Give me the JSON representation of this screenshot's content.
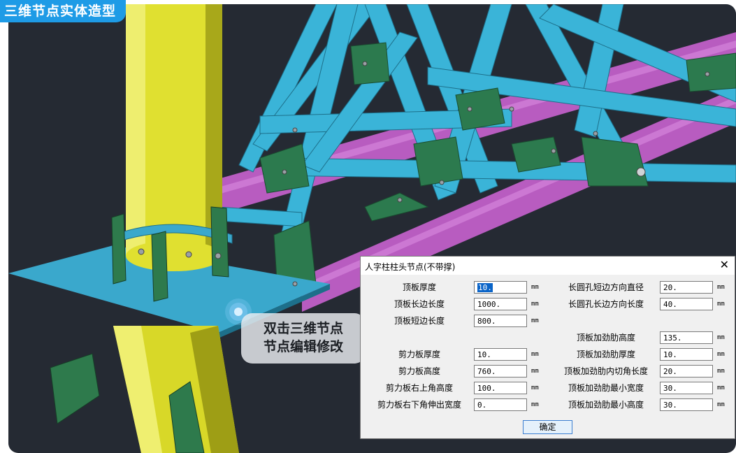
{
  "badge": {
    "title": "三维节点实体造型"
  },
  "hint": {
    "line1": "双击三维节点",
    "line2": "节点编辑修改"
  },
  "dialog": {
    "title": "人字柱柱头节点(不带撑)",
    "close_glyph": "✕",
    "unit": "mm",
    "left_fields": [
      {
        "label": "顶板厚度",
        "value": "10.",
        "selected": true
      },
      {
        "label": "顶板长边长度",
        "value": "1000."
      },
      {
        "label": "顶板短边长度",
        "value": "800."
      },
      {
        "label": "剪力板厚度",
        "value": "10."
      },
      {
        "label": "剪力板高度",
        "value": "760."
      },
      {
        "label": "剪力板右上角高度",
        "value": "100."
      },
      {
        "label": "剪力板右下角伸出宽度",
        "value": "0."
      }
    ],
    "right_fields": [
      {
        "label": "长圆孔短边方向直径",
        "value": "20."
      },
      {
        "label": "长圆孔长边方向长度",
        "value": "40."
      },
      {
        "label": "顶板加劲肋高度",
        "value": "135."
      },
      {
        "label": "顶板加劲肋厚度",
        "value": "10."
      },
      {
        "label": "顶板加劲肋内切角长度",
        "value": "20."
      },
      {
        "label": "顶板加劲肋最小宽度",
        "value": "30."
      },
      {
        "label": "顶板加劲肋最小高度",
        "value": "30."
      }
    ],
    "ok_label": "确定"
  },
  "colors": {
    "background": "#252a33",
    "column": "#e6e637",
    "truss": "#3cb8dc",
    "chord": "#c864c8",
    "plate": "#2f7a4f",
    "accent": "#1e9be6"
  }
}
